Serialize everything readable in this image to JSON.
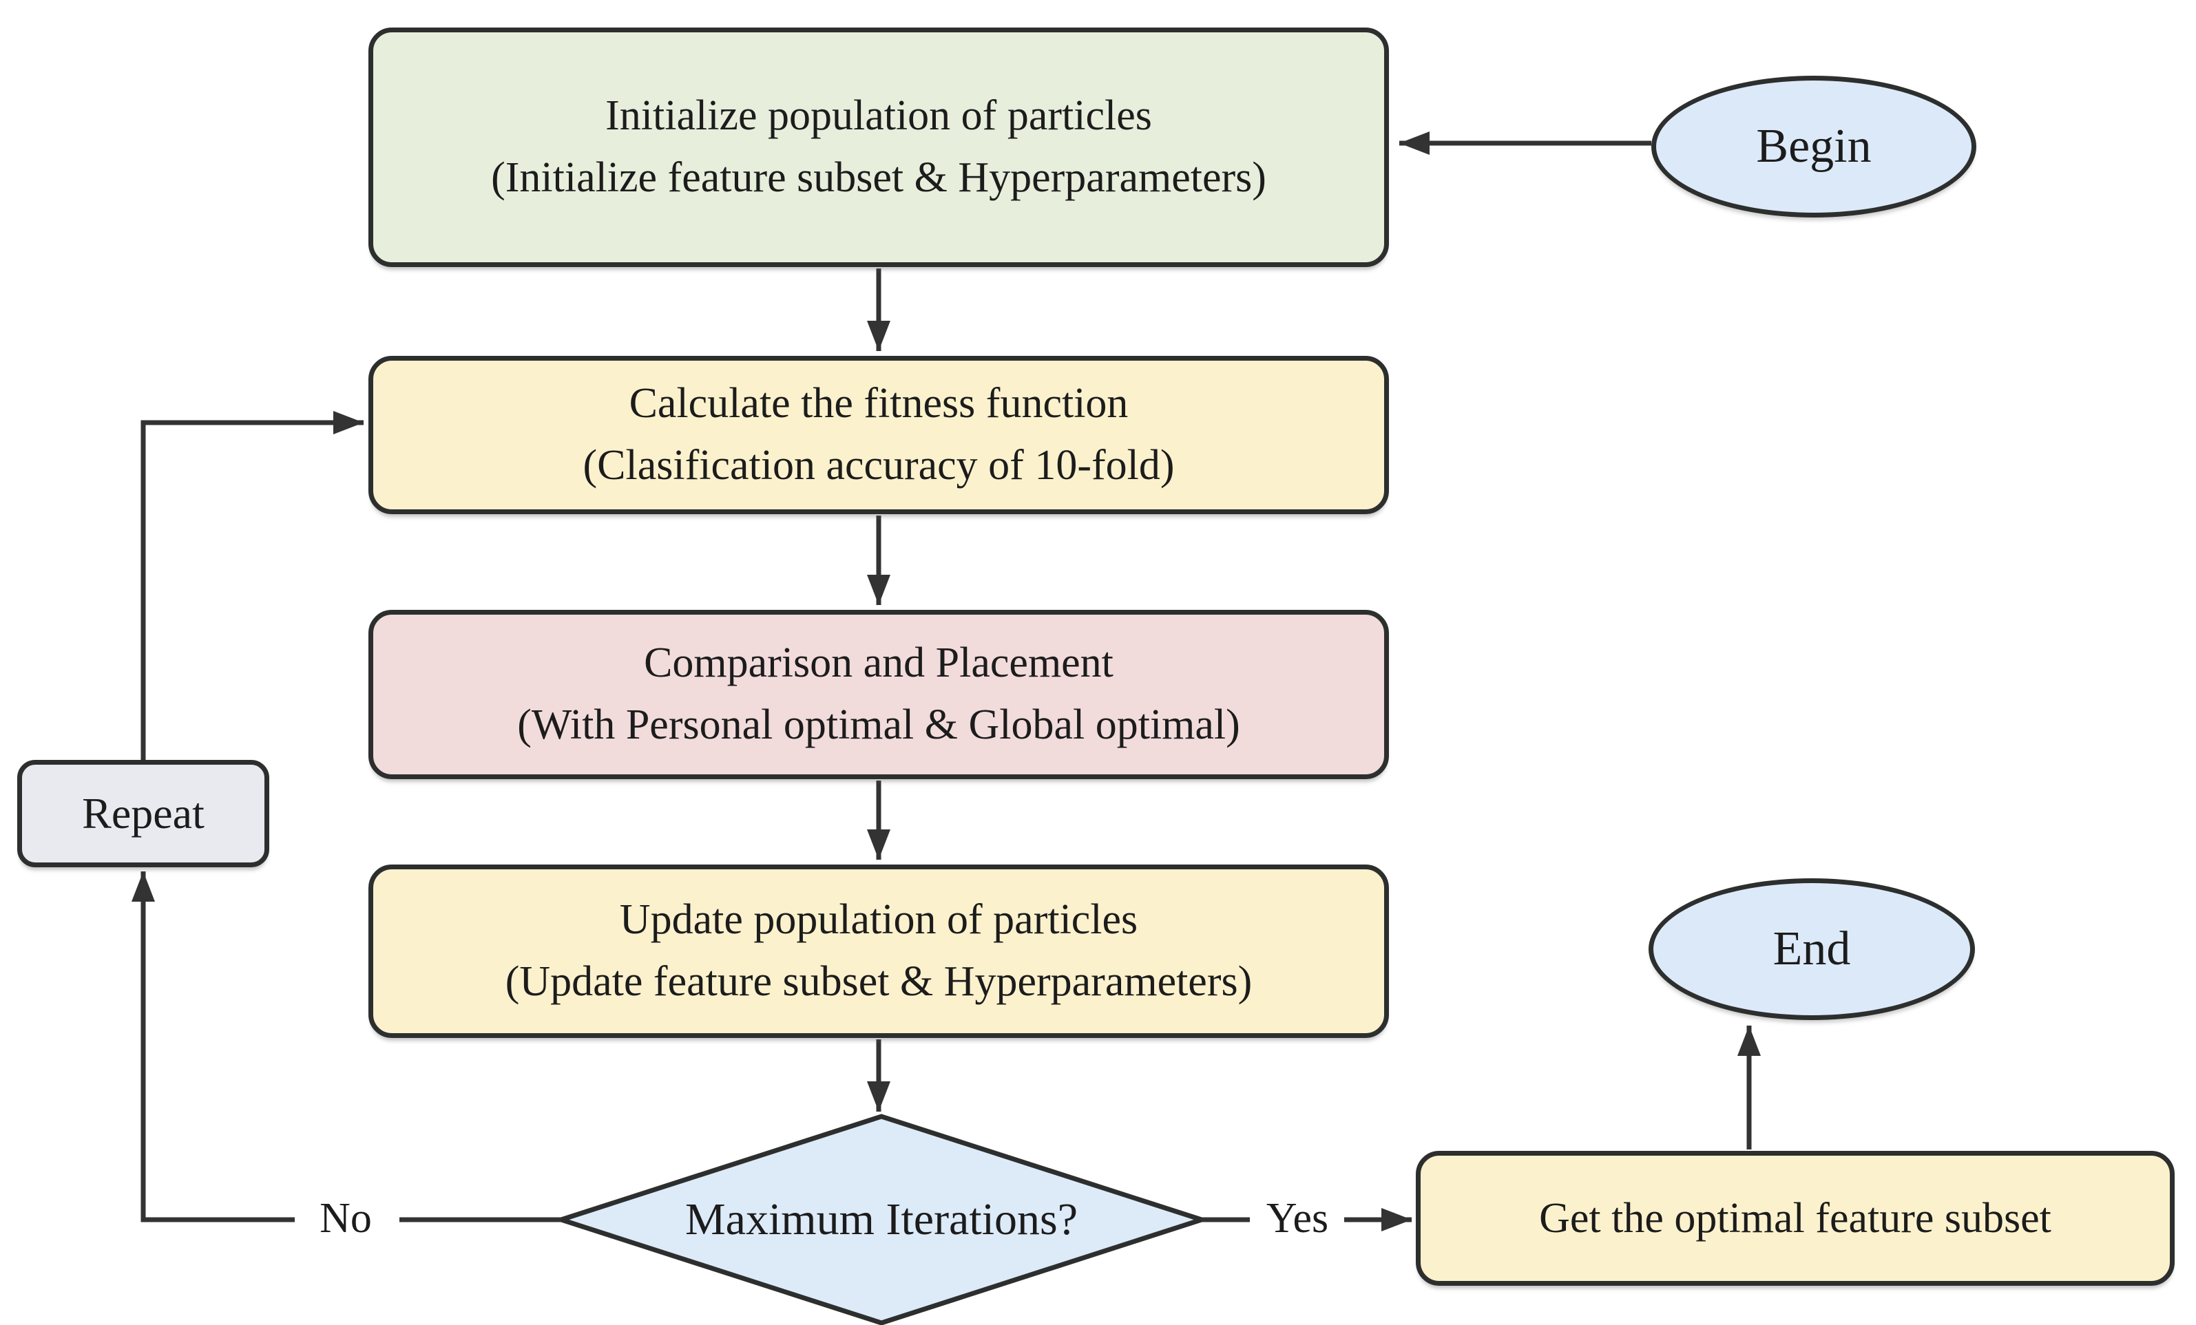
{
  "colors": {
    "background": "#ffffff",
    "node_border": "#2d2f2e",
    "connector": "#333333",
    "text": "#1c1c1c",
    "init_fill": "#e7eedb",
    "process_fill": "#fbf1cd",
    "comparison_fill": "#f2dbdb",
    "terminal_fill": "#dce9f8",
    "decision_fill": "#ddeaf8",
    "repeat_fill": "#e9e9f0"
  },
  "nodes": {
    "begin": {
      "label": "Begin"
    },
    "initialize": {
      "line1": "Initialize population of particles",
      "line2": "(Initialize feature subset & Hyperparameters)"
    },
    "fitness": {
      "line1": "Calculate the fitness function",
      "line2": "(Clasification accuracy of 10-fold)"
    },
    "comparison": {
      "line1": "Comparison and Placement",
      "line2": "(With Personal optimal & Global optimal)"
    },
    "update": {
      "line1": "Update population of particles",
      "line2": "(Update feature subset & Hyperparameters)"
    },
    "decision": {
      "label": "Maximum Iterations?"
    },
    "repeat": {
      "label": "Repeat"
    },
    "get_optimal": {
      "label": "Get the optimal feature subset"
    },
    "end": {
      "label": "End"
    }
  },
  "edge_labels": {
    "no": "No",
    "yes": "Yes"
  }
}
